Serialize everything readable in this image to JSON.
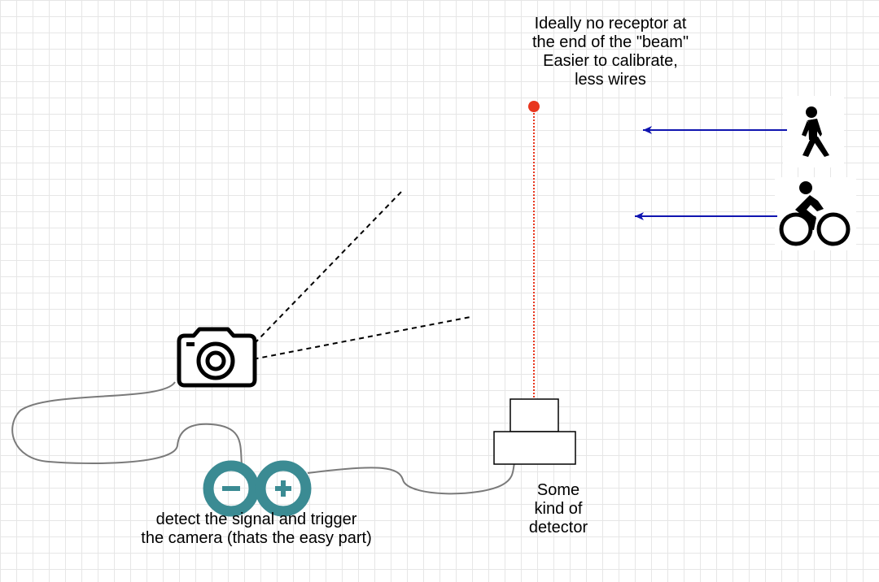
{
  "labels": {
    "note": [
      "Ideally no receptor at",
      "the end of the \"beam\"",
      "Easier to calibrate,",
      "less wires"
    ],
    "arduino": [
      "detect the signal and trigger",
      "the camera (thats the easy part)"
    ],
    "detector": [
      "Some",
      "kind of",
      "detector"
    ]
  },
  "icons": {
    "camera": "camera-icon",
    "arduino": "arduino-logo-icon",
    "pedestrian": "walking-person-icon",
    "cyclist": "cyclist-icon",
    "detector": "detector-box-icon"
  },
  "colors": {
    "beam": "#e8361e",
    "arrow": "#0f14b0",
    "arduino": "#3b8b93",
    "wire": "#7a7a7a"
  }
}
